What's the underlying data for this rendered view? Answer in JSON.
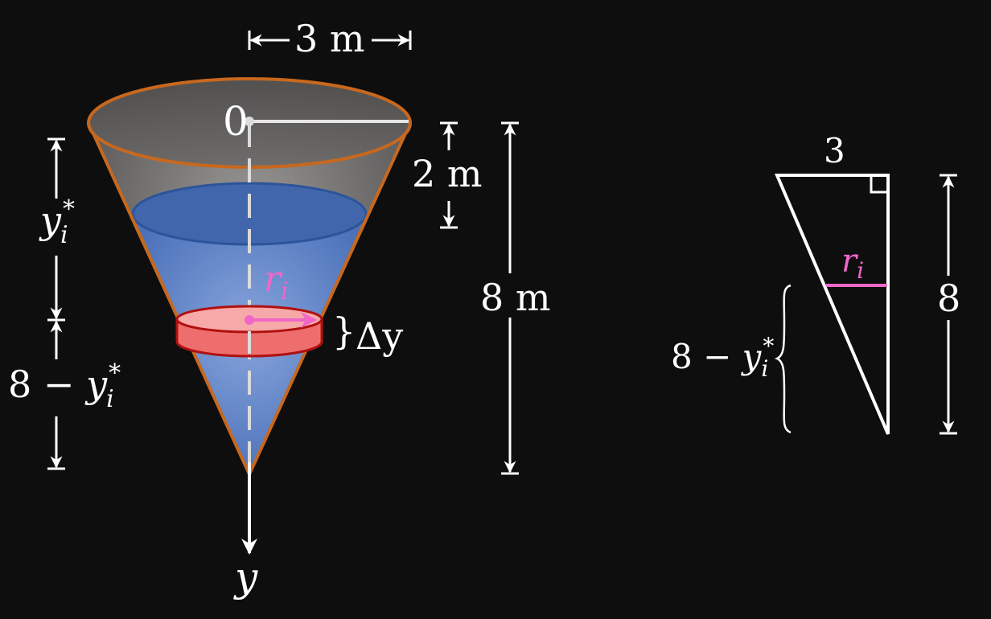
{
  "colors": {
    "background": "#0e0e0e",
    "cone_outline": "#c8681e",
    "cone_fill_top": "#4a4848",
    "cone_fill_bottom": "#8a8886",
    "water_fill": "#5b82c4",
    "water_surface": "#3f64aa",
    "water_surface_stroke": "#2c549a",
    "slice_fill": "#ee6e6e",
    "slice_top": "#f7a8a8",
    "slice_stroke": "#b01010",
    "radius_arrow": "#f067c8",
    "axis": "#ffffff",
    "dashed_axis": "#dcdcdc"
  },
  "cone": {
    "top_width_label": "3 m",
    "origin_label": "0",
    "top_gap_label": "2 m",
    "height_label": "8 m",
    "axis_label": "y",
    "radius_label_var": "r",
    "radius_label_sub": "i",
    "slice_label": "Δy",
    "slice_brace": "}"
  },
  "left_dimension": {
    "upper_var": "y",
    "upper_sub": "i",
    "upper_sup": "*",
    "lower_prefix": "8 − ",
    "lower_var": "y",
    "lower_sub": "i",
    "lower_sup": "*"
  },
  "triangle": {
    "top_label": "3",
    "height_label": "8",
    "radius_label_var": "r",
    "radius_label_sub": "i",
    "brace_prefix": "8 − ",
    "brace_var": "y",
    "brace_sub": "i",
    "brace_sup": "*"
  }
}
